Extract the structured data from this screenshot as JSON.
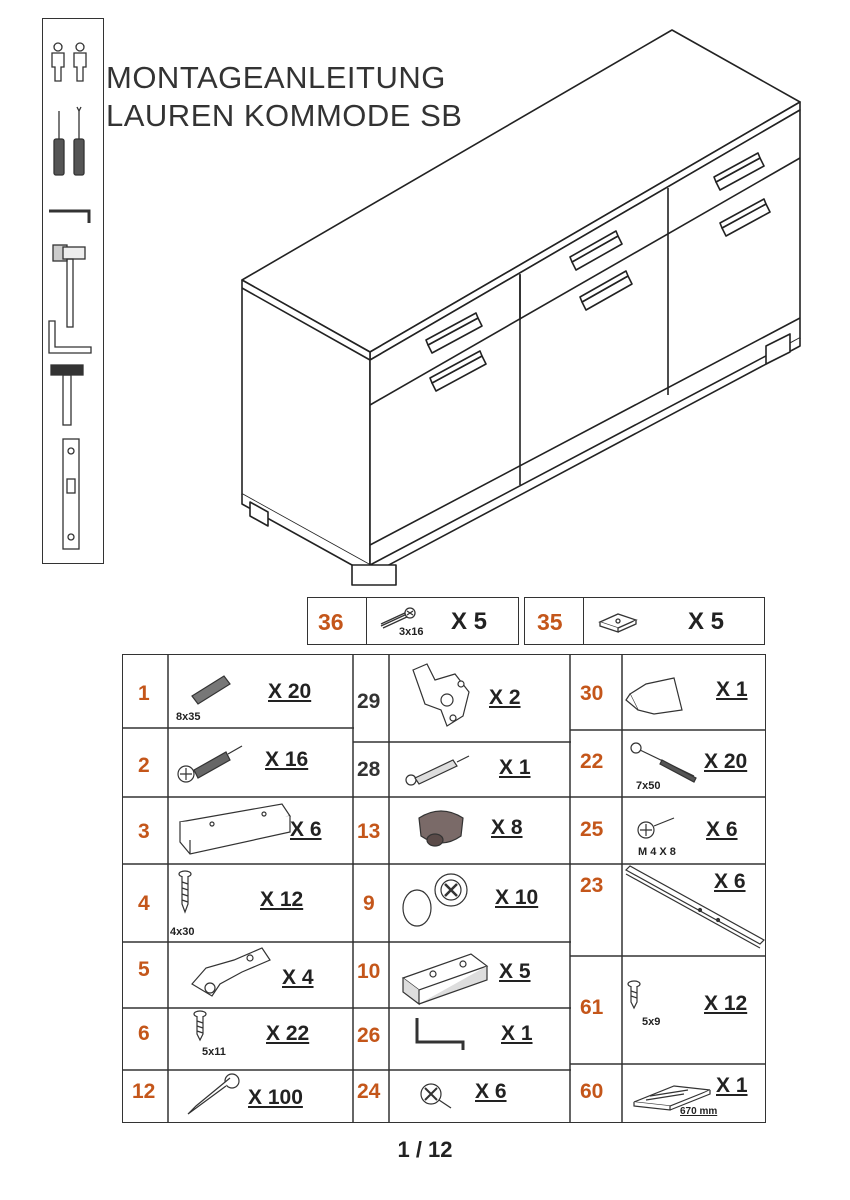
{
  "title": {
    "line1": "MONTAGEANLEITUNG",
    "line2": "LAUREN KOMMODE SB"
  },
  "top_parts": [
    {
      "num": "36",
      "qty": "X 5",
      "size": "3x16"
    },
    {
      "num": "35",
      "qty": "X 5"
    }
  ],
  "col1": [
    {
      "num": "1",
      "qty": "X 20",
      "size": "8x35"
    },
    {
      "num": "2",
      "qty": "X 16"
    },
    {
      "num": "3",
      "qty": "X 6"
    },
    {
      "num": "4",
      "qty": "X 12",
      "size": "4x30"
    },
    {
      "num": "5",
      "qty": "X 4"
    },
    {
      "num": "6",
      "qty": "X 22",
      "size": "5x11"
    },
    {
      "num": "12",
      "qty": "X 100"
    }
  ],
  "col2": [
    {
      "num": "29",
      "qty": "X 2"
    },
    {
      "num": "28",
      "qty": "X 1"
    },
    {
      "num": "13",
      "qty": "X 8"
    },
    {
      "num": "9",
      "qty": "X 10"
    },
    {
      "num": "10",
      "qty": "X 5"
    },
    {
      "num": "26",
      "qty": "X 1"
    },
    {
      "num": "24",
      "qty": "X 6"
    }
  ],
  "col3": [
    {
      "num": "30",
      "qty": "X 1"
    },
    {
      "num": "22",
      "qty": "X 20",
      "size": "7x50"
    },
    {
      "num": "25",
      "qty": "X 6",
      "size": "M 4 X 8"
    },
    {
      "num": "23",
      "qty": "X 6"
    },
    {
      "num": "61",
      "qty": "X 12",
      "size": "5x9"
    },
    {
      "num": "60",
      "qty": "X 1",
      "size": "670 mm"
    }
  ],
  "page": "1 / 12"
}
